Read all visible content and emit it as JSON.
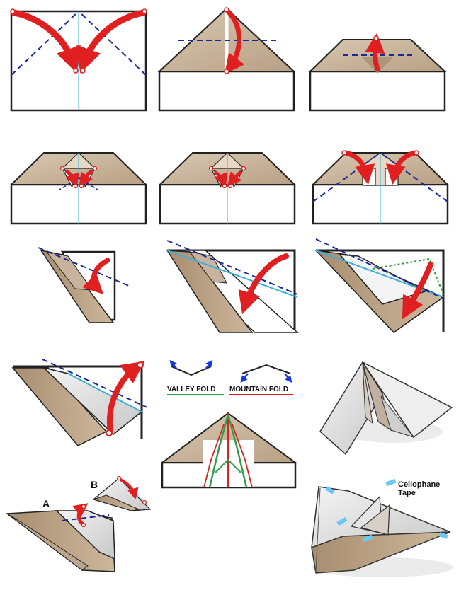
{
  "legend": {
    "valley_fold": "VALLEY FOLD",
    "mountain_fold": "MOUNTAIN FOLD",
    "valley_color": "#2aa04a",
    "mountain_color": "#dd2222"
  },
  "labels": {
    "a": "A",
    "b": "B",
    "cellophane": "Cellophane",
    "tape": "Tape"
  },
  "colors": {
    "paper_tan": "#c8b49c",
    "paper_white": "#ffffff",
    "arrow_red": "#e02020",
    "valley_blue": "#1a2a9a",
    "crease_cyan": "#3ab0d8",
    "tape_blue": "#6cc8f0",
    "guide_green": "#2a9a3a"
  }
}
